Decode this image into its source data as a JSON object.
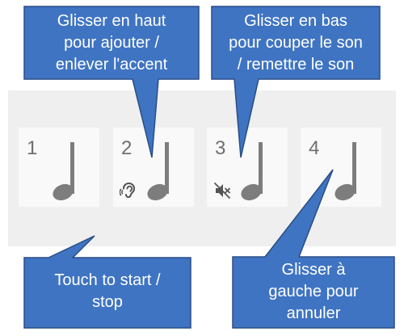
{
  "beats": [
    {
      "number": "1",
      "modifier": "none",
      "modifier_icon": ""
    },
    {
      "number": "2",
      "modifier": "accent",
      "modifier_icon": "ear-icon"
    },
    {
      "number": "3",
      "modifier": "muted",
      "modifier_icon": "volume-off-icon"
    },
    {
      "number": "4",
      "modifier": "none",
      "modifier_icon": ""
    }
  ],
  "callouts": {
    "accent": {
      "line1": "Glisser en haut",
      "line2": "pour ajouter /",
      "line3": "enlever l'accent"
    },
    "mute": {
      "line1": "Glisser en bas",
      "line2": "pour couper le son",
      "line3": "/ remettre le son"
    },
    "start": {
      "line1": "Touch to start /",
      "line2": "stop"
    },
    "cancel": {
      "line1": "Glisser à",
      "line2": "gauche pour",
      "line3": "annuler"
    }
  },
  "colors": {
    "callout_fill": "#3f74c2",
    "callout_stroke": "#2a4d86",
    "panel": "#efefef",
    "beat_card": "#f9f9f9",
    "note": "#7d7d7d",
    "number": "#6f6f6f"
  }
}
